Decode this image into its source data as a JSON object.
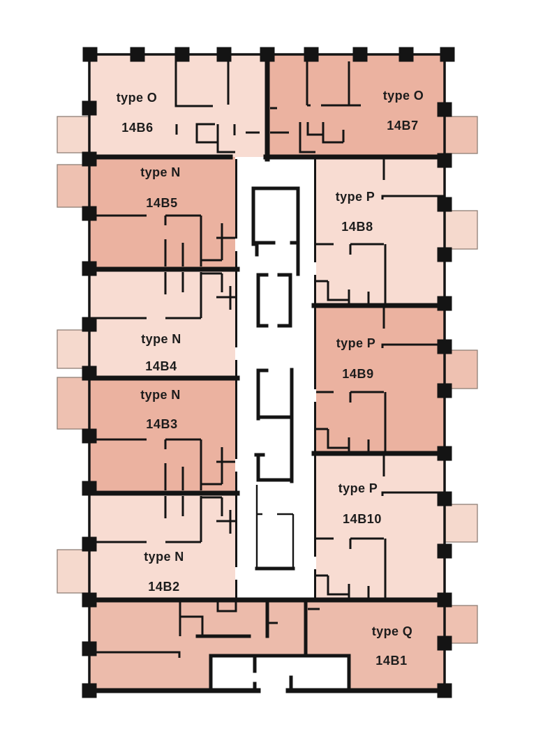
{
  "page": {
    "background": "#ffffff",
    "kind": "residential floor plan"
  },
  "colors": {
    "unit_light": "#f8dcd2",
    "unit_dark": "#ebb2a0",
    "unit_q": "#ecbbab",
    "wall": "#141414",
    "core_white": "#ffffff",
    "balcony_light": "#f5d9cd",
    "balcony_dark": "#eec1b1",
    "balcony_border": "#8f7f76",
    "label_text": "#1c1c1c"
  },
  "units": [
    {
      "name": "14B6",
      "type": "type O",
      "shade": "light"
    },
    {
      "name": "14B7",
      "type": "type O",
      "shade": "dark"
    },
    {
      "name": "14B5",
      "type": "type N",
      "shade": "dark"
    },
    {
      "name": "14B8",
      "type": "type P",
      "shade": "light"
    },
    {
      "name": "14B4",
      "type": "type N",
      "shade": "light"
    },
    {
      "name": "14B9",
      "type": "type P",
      "shade": "dark"
    },
    {
      "name": "14B3",
      "type": "type N",
      "shade": "dark"
    },
    {
      "name": "14B10",
      "type": "type P",
      "shade": "light"
    },
    {
      "name": "14B2",
      "type": "type N",
      "shade": "light"
    },
    {
      "name": "14B1",
      "type": "type Q",
      "shade": "q"
    }
  ]
}
